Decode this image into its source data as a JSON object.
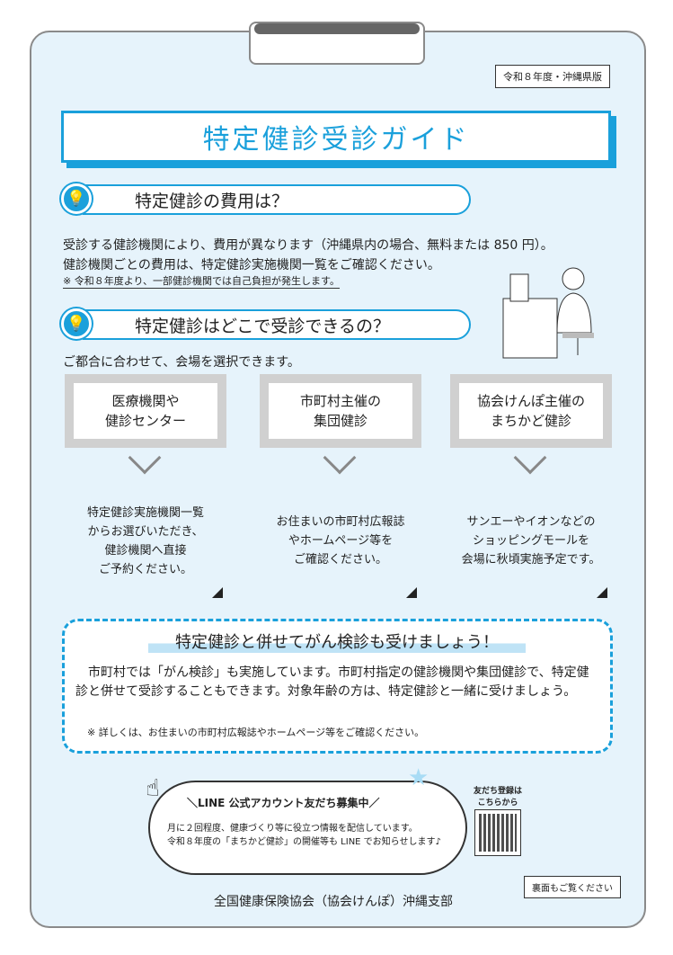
{
  "edition": "令和８年度・沖縄県版",
  "title": "特定健診受診ガイド",
  "section1": {
    "heading": "特定健診の費用は？",
    "lines": [
      "受診する健診機関により、費用が異なります（沖縄県内の場合、無料または 850 円）。",
      "健診機関ごとの費用は、特定健診実施機関一覧をご確認ください。"
    ],
    "note": "※ 令和８年度より、一部健診機関では自己負担が発生します。"
  },
  "section2": {
    "heading": "特定健診はどこで受診できるの？",
    "intro": "ご都合に合わせて、会場を選択できます。",
    "options": [
      {
        "title1": "医療機関や",
        "title2": "健診センター",
        "desc": [
          "特定健診実施機関一覧",
          "からお選びいただき、",
          "健診機関へ直接",
          "ご予約ください。"
        ]
      },
      {
        "title1": "市町村主催の",
        "title2": "集団健診",
        "desc": [
          "お住まいの市町村広報誌",
          "やホームページ等を",
          "ご確認ください。"
        ]
      },
      {
        "title1": "協会けんぽ主催の",
        "title2": "まちかど健診",
        "desc": [
          "サンエーやイオンなどの",
          "ショッピングモールを",
          "会場に秋頃実施予定です。"
        ]
      }
    ]
  },
  "cancer": {
    "heading": "特定健診と併せてがん検診も受けましょう！",
    "body": "市町村では「がん検診」も実施しています。市町村指定の健診機関や集団健診で、特定健診と併せて受診することもできます。対象年齢の方は、特定健診と一緒に受けましょう。",
    "note": "※ 詳しくは、お住まいの市町村広報誌やホームページ等をご確認ください。"
  },
  "line": {
    "heading": "＼LINE 公式アカウント友だち募集中／",
    "lines": [
      "月に２回程度、健康づくり等に役立つ情報を配信しています。",
      "令和８年度の「まちかど健診」の開催等も LINE でお知らせします♪"
    ],
    "qr_label1": "友だち登録は",
    "qr_label2": "こちらから"
  },
  "back_note": "裏面もご覧ください",
  "footer": "全国健康保険協会（協会けんぽ）沖縄支部"
}
